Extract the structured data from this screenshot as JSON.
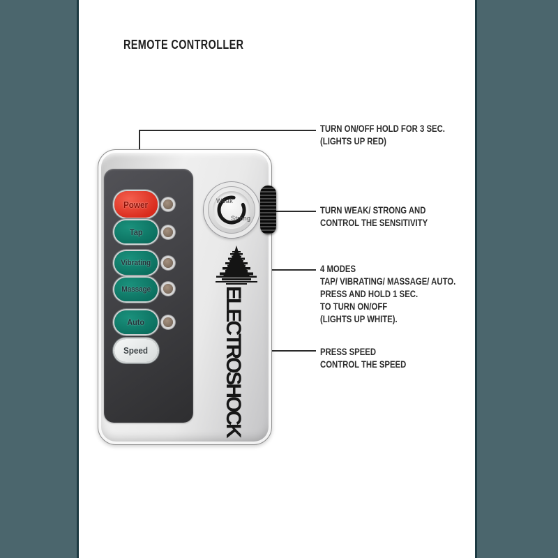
{
  "page": {
    "background": "#ffffff",
    "side_band_color": "#4b666d",
    "side_band_edge_color": "#1d3a42"
  },
  "title": "REMOTE CONTROLLER",
  "annotations": {
    "power": {
      "lines": [
        "TURN ON/OFF HOLD FOR 3 SEC.",
        "(LIGHTS UP RED)"
      ]
    },
    "sensitivity": {
      "lines": [
        "TURN WEAK/ STRONG AND",
        "CONTROL THE SENSITIVITY"
      ]
    },
    "modes": {
      "lines": [
        "4 MODES",
        "TAP/ VIBRATING/ MASSAGE/ AUTO.",
        "PRESS AND HOLD 1 SEC.",
        "TO TURN ON/OFF",
        "(LIGHTS UP WHITE)."
      ]
    },
    "speed": {
      "lines": [
        "PRESS SPEED",
        "CONTROL THE SPEED"
      ]
    }
  },
  "device": {
    "brand": "ELECTROSHOCK",
    "buttons": [
      {
        "label": "Power",
        "type": "power",
        "led": true
      },
      {
        "label": "Tap",
        "type": "mode",
        "led": true
      },
      {
        "label": "Vibrating",
        "type": "mode",
        "led": true
      },
      {
        "label": "Massage",
        "type": "mode",
        "led": true
      },
      {
        "label": "Auto",
        "type": "mode",
        "led": true
      },
      {
        "label": "Speed",
        "type": "speed",
        "led": false
      }
    ],
    "dial": {
      "label_weak": "Weak",
      "label_strong": "Strong"
    },
    "colors": {
      "power_red": "#d92b1c",
      "mode_teal": "#0e7b69",
      "panel_dark": "#3a3a3d",
      "body_silver": "#dcdcdc"
    }
  }
}
